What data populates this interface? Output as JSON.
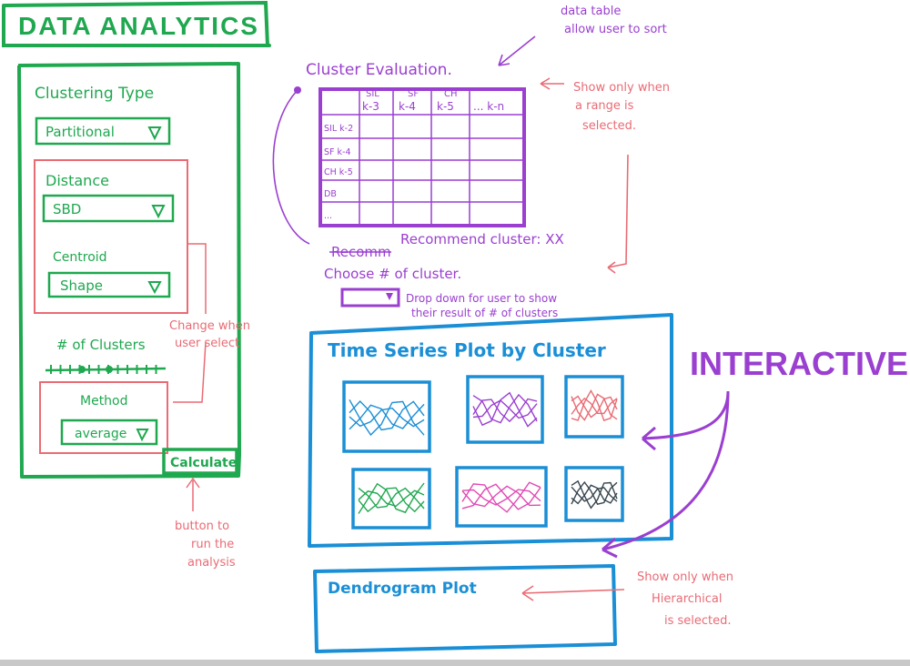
{
  "colors": {
    "green": "#1fa84f",
    "pink": "#e96b74",
    "purple": "#9a3fd0",
    "blue": "#1b8fd6",
    "dark": "#36454f",
    "bottom_bar": "#c8c8c8"
  },
  "header": {
    "title": "DATA ANALYTICS"
  },
  "sidebar": {
    "clustering_type_label": "Clustering Type",
    "clustering_type_value": "Partitional",
    "distance_label": "Distance",
    "distance_value": "SBD",
    "centroid_label": "Centroid",
    "centroid_value": "Shape",
    "clusters_label": "# of Clusters",
    "method_label": "Method",
    "method_value": "average",
    "calculate_label": "Calculate"
  },
  "annotations": {
    "change_when": [
      "Change when",
      "user select"
    ],
    "button_run": [
      "button to",
      "run the",
      "analysis"
    ],
    "data_table": [
      "data table",
      "allow user to sort"
    ],
    "show_only_range": [
      "Show only when",
      "a range is",
      "selected."
    ],
    "dropdown_note": [
      "Drop down for user to show",
      "their result of # of clusters"
    ],
    "interactive": "INTERACTIVE",
    "show_only_hier": [
      "Show only when",
      "Hierarchical",
      "is selected."
    ]
  },
  "cluster_eval": {
    "title": "Cluster Evaluation.",
    "col_super": [
      "SIL",
      "SF",
      "CH"
    ],
    "col_headers": [
      "k-3",
      "k-4",
      "k-5",
      "... k-n"
    ],
    "row_headers": [
      "SIL k-2",
      "SF k-4",
      "CH k-5",
      "DB",
      "..."
    ],
    "recommend_struck": "Recomm",
    "recommend_text": "Recommend cluster: XX",
    "choose_text": "Choose # of cluster."
  },
  "timeseries": {
    "title": "Time Series Plot by Cluster"
  },
  "dendrogram": {
    "title": "Dendrogram Plot"
  }
}
